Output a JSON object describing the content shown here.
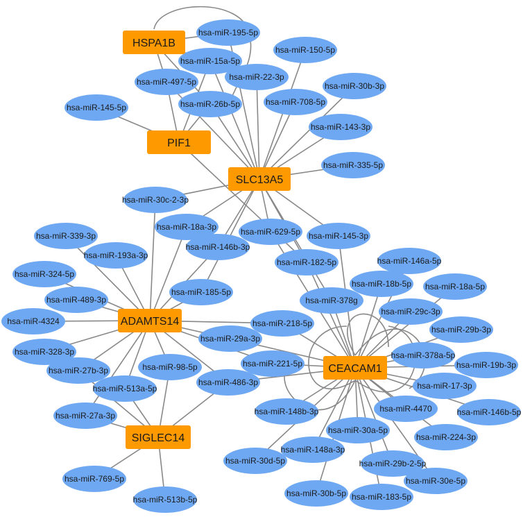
{
  "colors": {
    "gene": "#FF9900",
    "mirna": "#6FA8F2",
    "mirna_light": "#8DB8F2",
    "edge": "#888888"
  },
  "genes": [
    {
      "id": "HSPA1B",
      "label": "HSPA1B"
    },
    {
      "id": "PIF1",
      "label": "PIF1"
    },
    {
      "id": "SLC13A5",
      "label": "SLC13A5"
    },
    {
      "id": "ADAMTS14",
      "label": "ADAMTS14"
    },
    {
      "id": "SIGLEC14",
      "label": "SIGLEC14"
    },
    {
      "id": "CEACAM1",
      "label": "CEACAM1"
    }
  ],
  "mirnas": [
    {
      "id": "m195",
      "label": "hsa-miR-195-5p"
    },
    {
      "id": "m150",
      "label": "hsa-miR-150-5p"
    },
    {
      "id": "m15a",
      "label": "hsa-miR-15a-5p"
    },
    {
      "id": "m22",
      "label": "hsa-miR-22-3p"
    },
    {
      "id": "m497",
      "label": "hsa-miR-497-5p"
    },
    {
      "id": "m30b3",
      "label": "hsa-miR-30b-3p"
    },
    {
      "id": "m145_5",
      "label": "hsa-miR-145-5p"
    },
    {
      "id": "m26b",
      "label": "hsa-miR-26b-5p"
    },
    {
      "id": "m708",
      "label": "hsa-miR-708-5p"
    },
    {
      "id": "m143",
      "label": "hsa-miR-143-3p"
    },
    {
      "id": "m335",
      "label": "hsa-miR-335-5p"
    },
    {
      "id": "m30c",
      "label": "hsa-miR-30c-2-3p"
    },
    {
      "id": "m18a3",
      "label": "hsa-miR-18a-3p"
    },
    {
      "id": "m339",
      "label": "hsa-miR-339-3p"
    },
    {
      "id": "m629",
      "label": "hsa-miR-629-5p"
    },
    {
      "id": "m145_3",
      "label": "hsa-miR-145-3p"
    },
    {
      "id": "m146b3",
      "label": "hsa-miR-146b-3p"
    },
    {
      "id": "m193a",
      "label": "hsa-miR-193a-3p"
    },
    {
      "id": "m182",
      "label": "hsa-miR-182-5p"
    },
    {
      "id": "m146a",
      "label": "hsa-miR-146a-5p"
    },
    {
      "id": "m324",
      "label": "hsa-miR-324-5p"
    },
    {
      "id": "m18b",
      "label": "hsa-miR-18b-5p"
    },
    {
      "id": "m18a5",
      "label": "hsa-miR-18a-5p"
    },
    {
      "id": "m185",
      "label": "hsa-miR-185-5p"
    },
    {
      "id": "m489",
      "label": "hsa-miR-489-3p"
    },
    {
      "id": "m378g",
      "label": "hsa-miR-378g"
    },
    {
      "id": "m29c",
      "label": "hsa-miR-29c-3p"
    },
    {
      "id": "m4324",
      "label": "hsa-miR-4324"
    },
    {
      "id": "m218",
      "label": "hsa-miR-218-5p"
    },
    {
      "id": "m29b3",
      "label": "hsa-miR-29b-3p"
    },
    {
      "id": "m29a",
      "label": "hsa-miR-29a-3p"
    },
    {
      "id": "m328",
      "label": "hsa-miR-328-3p"
    },
    {
      "id": "m378a",
      "label": "hsa-miR-378a-5p"
    },
    {
      "id": "m221",
      "label": "hsa-miR-221-5p"
    },
    {
      "id": "m19b",
      "label": "hsa-miR-19b-3p"
    },
    {
      "id": "m98",
      "label": "hsa-miR-98-5p"
    },
    {
      "id": "m27b",
      "label": "hsa-miR-27b-3p"
    },
    {
      "id": "m486",
      "label": "hsa-miR-486-3p"
    },
    {
      "id": "m17",
      "label": "hsa-miR-17-3p"
    },
    {
      "id": "m513a",
      "label": "hsa-miR-513a-5p"
    },
    {
      "id": "m27a",
      "label": "hsa-miR-27a-3p"
    },
    {
      "id": "m148b",
      "label": "hsa-miR-148b-3p"
    },
    {
      "id": "m4470",
      "label": "hsa-miR-4470"
    },
    {
      "id": "m146b5",
      "label": "hsa-miR-146b-5p"
    },
    {
      "id": "m30a",
      "label": "hsa-miR-30a-5p"
    },
    {
      "id": "m224",
      "label": "hsa-miR-224-3p"
    },
    {
      "id": "m148a",
      "label": "hsa-miR-148a-3p"
    },
    {
      "id": "m30d",
      "label": "hsa-miR-30d-5p"
    },
    {
      "id": "m29b2",
      "label": "hsa-miR-29b-2-5p"
    },
    {
      "id": "m769",
      "label": "hsa-miR-769-5p"
    },
    {
      "id": "m30e",
      "label": "hsa-miR-30e-5p"
    },
    {
      "id": "m30b5",
      "label": "hsa-miR-30b-5p"
    },
    {
      "id": "m183",
      "label": "hsa-miR-183-5p"
    },
    {
      "id": "m513b",
      "label": "hsa-miR-513b-5p"
    }
  ],
  "edges": [
    [
      "HSPA1B",
      "m195"
    ],
    [
      "HSPA1B",
      "m15a"
    ],
    [
      "HSPA1B",
      "m497"
    ],
    [
      "HSPA1B",
      "m26b"
    ],
    [
      "HSPA1B",
      "m22"
    ],
    [
      "PIF1",
      "m145_5"
    ],
    [
      "PIF1",
      "m497"
    ],
    [
      "PIF1",
      "m15a"
    ],
    [
      "PIF1",
      "m26b"
    ],
    [
      "PIF1",
      "m182"
    ],
    [
      "SLC13A5",
      "m195"
    ],
    [
      "SLC13A5",
      "m150"
    ],
    [
      "SLC13A5",
      "m15a"
    ],
    [
      "SLC13A5",
      "m22"
    ],
    [
      "SLC13A5",
      "m497"
    ],
    [
      "SLC13A5",
      "m30b3"
    ],
    [
      "SLC13A5",
      "m26b"
    ],
    [
      "SLC13A5",
      "m708"
    ],
    [
      "SLC13A5",
      "m143"
    ],
    [
      "SLC13A5",
      "m335"
    ],
    [
      "SLC13A5",
      "m30c"
    ],
    [
      "SLC13A5",
      "m18a3"
    ],
    [
      "SLC13A5",
      "m629"
    ],
    [
      "SLC13A5",
      "m145_3"
    ],
    [
      "SLC13A5",
      "m146b3"
    ],
    [
      "SLC13A5",
      "m185"
    ],
    [
      "SLC13A5",
      "m182"
    ],
    [
      "SLC13A5",
      "m378g"
    ],
    [
      "ADAMTS14",
      "m30c"
    ],
    [
      "ADAMTS14",
      "m18a3"
    ],
    [
      "ADAMTS14",
      "m339"
    ],
    [
      "ADAMTS14",
      "m146b3"
    ],
    [
      "ADAMTS14",
      "m193a"
    ],
    [
      "ADAMTS14",
      "m324"
    ],
    [
      "ADAMTS14",
      "m185"
    ],
    [
      "ADAMTS14",
      "m489"
    ],
    [
      "ADAMTS14",
      "m4324"
    ],
    [
      "ADAMTS14",
      "m218"
    ],
    [
      "ADAMTS14",
      "m29a"
    ],
    [
      "ADAMTS14",
      "m328"
    ],
    [
      "ADAMTS14",
      "m27b"
    ],
    [
      "ADAMTS14",
      "m98"
    ],
    [
      "ADAMTS14",
      "m513a"
    ],
    [
      "ADAMTS14",
      "m27a"
    ],
    [
      "ADAMTS14",
      "m486"
    ],
    [
      "ADAMTS14",
      "m221"
    ],
    [
      "SIGLEC14",
      "m513a"
    ],
    [
      "SIGLEC14",
      "m98"
    ],
    [
      "SIGLEC14",
      "m27a"
    ],
    [
      "SIGLEC14",
      "m769"
    ],
    [
      "SIGLEC14",
      "m513b"
    ],
    [
      "SIGLEC14",
      "m486"
    ],
    [
      "SIGLEC14",
      "m27b"
    ],
    [
      "CEACAM1",
      "m629"
    ],
    [
      "CEACAM1",
      "m145_3"
    ],
    [
      "CEACAM1",
      "m182"
    ],
    [
      "CEACAM1",
      "m146a"
    ],
    [
      "CEACAM1",
      "m18b"
    ],
    [
      "CEACAM1",
      "m18a5"
    ],
    [
      "CEACAM1",
      "m378g"
    ],
    [
      "CEACAM1",
      "m29c"
    ],
    [
      "CEACAM1",
      "m218"
    ],
    [
      "CEACAM1",
      "m29b3"
    ],
    [
      "CEACAM1",
      "m29a"
    ],
    [
      "CEACAM1",
      "m378a"
    ],
    [
      "CEACAM1",
      "m221"
    ],
    [
      "CEACAM1",
      "m19b"
    ],
    [
      "CEACAM1",
      "m486"
    ],
    [
      "CEACAM1",
      "m17"
    ],
    [
      "CEACAM1",
      "m148b"
    ],
    [
      "CEACAM1",
      "m4470"
    ],
    [
      "CEACAM1",
      "m146b5"
    ],
    [
      "CEACAM1",
      "m30a"
    ],
    [
      "CEACAM1",
      "m224"
    ],
    [
      "CEACAM1",
      "m148a"
    ],
    [
      "CEACAM1",
      "m30d"
    ],
    [
      "CEACAM1",
      "m29b2"
    ],
    [
      "CEACAM1",
      "m30e"
    ],
    [
      "CEACAM1",
      "m30b5"
    ],
    [
      "CEACAM1",
      "m183"
    ]
  ]
}
